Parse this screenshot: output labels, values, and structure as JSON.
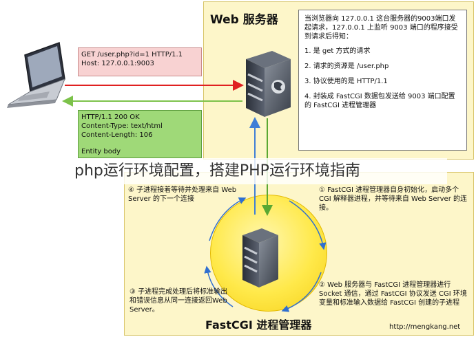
{
  "web_server": {
    "title": "Web 服务器",
    "note_intro": "当浏览器向 127.0.0.1 这台服务器的9003端口发起请求，127.0.0.1 上监听 9003 端口的程序接受到请求后得知：",
    "note_items": [
      "1. 是 get 方式的请求",
      "2. 请求的资源是 /user.php",
      "3. 协议使用的是 HTTP/1.1",
      "4. 封装成 FastCGI 数据包发送给 9003 端口配置的 FastCGI 进程管理器"
    ]
  },
  "request": {
    "lines": [
      "GET /user.php?id=1 HTTP/1.1",
      "Host: 127.0.0.1:9003"
    ]
  },
  "response": {
    "lines": [
      "HTTP/1.1 200 OK",
      "Content-Type: text/html",
      "Content-Length: 106"
    ],
    "body": "Entity body"
  },
  "caption": "php运行环境配置，搭建PHP运行环境指南",
  "fastcgi": {
    "title": "FastCGI 进程管理器",
    "step1": "① FastCGI 进程管理器自身初始化，启动多个 CGI 解释器进程，并等待来自 Web Server 的连接。",
    "step2": "② Web 服务器与 FastCGI 进程管理器进行 Socket 通信，通过 FastCGI 协议发送 CGI 环境变量和标准输入数据给 FastCGI 创建的子进程",
    "step3": "③ 子进程完成处理后将标准输出和错误信息从同一连接返回Web Server。",
    "step4": "④ 子进程接着等待并处理来自 Web Server 的下一个连接"
  },
  "credit": "http://mengkang.net",
  "colors": {
    "panel": "#fdf6c9",
    "request_arrow": "#e02020",
    "response_arrow": "#7cc24a",
    "down_arrow": "#5aa832",
    "up_arrow": "#3f7fd6",
    "cycle_arrow": "#2f6fd0"
  },
  "icons": [
    "laptop-icon",
    "web-server-icon",
    "fastcgi-server-icon"
  ]
}
